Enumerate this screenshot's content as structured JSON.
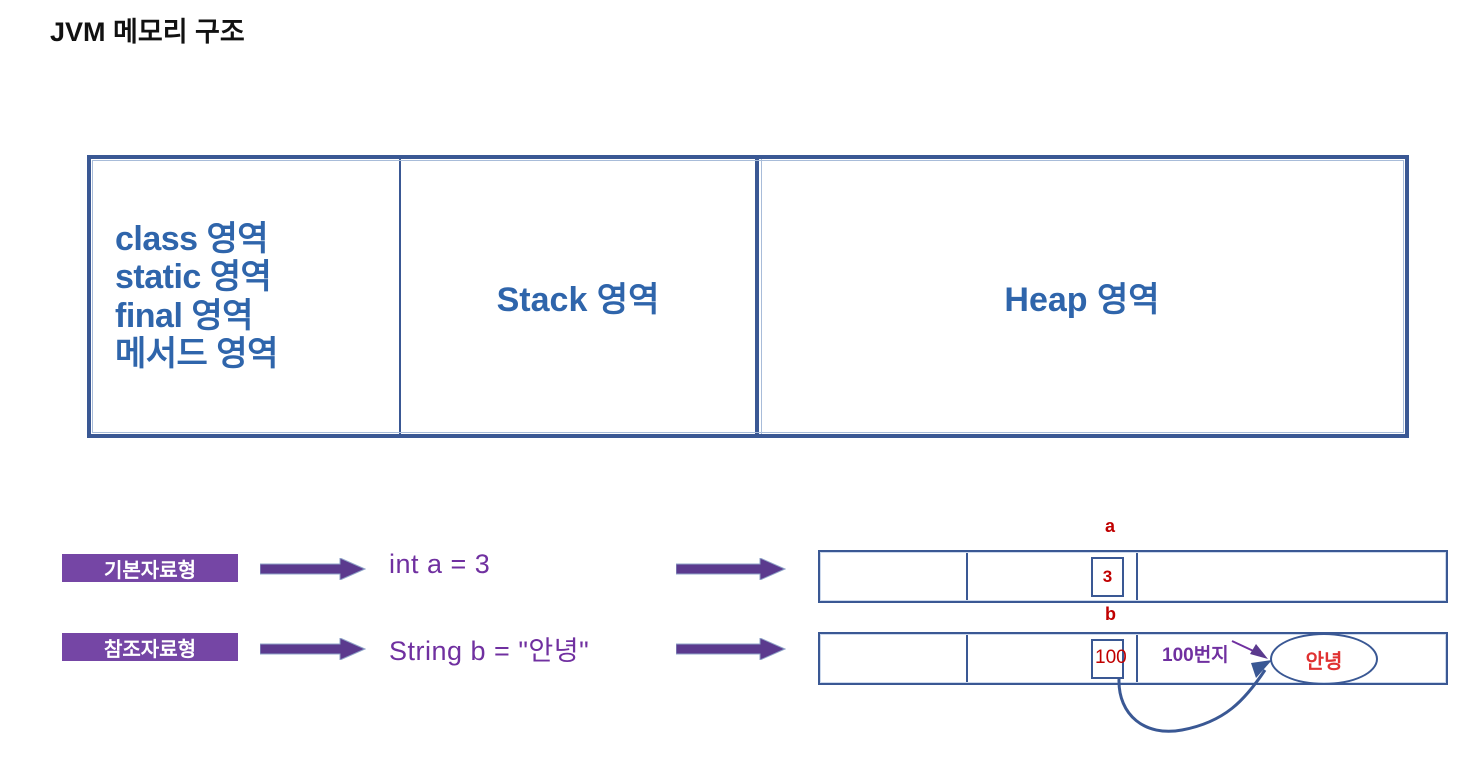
{
  "page": {
    "title": "JVM 메모리 구조"
  },
  "memory_table": {
    "columns": [
      {
        "name": "method-area",
        "lines": [
          "class 영역",
          "static 영역",
          "final 영역",
          "메서드 영역"
        ]
      },
      {
        "name": "stack-area",
        "label": "Stack 영역"
      },
      {
        "name": "heap-area",
        "label": "Heap 영역"
      }
    ],
    "text_color": "#2f65ab",
    "border_color": "#3a5894"
  },
  "examples": [
    {
      "badge": "기본자료형",
      "code": "int a = 3",
      "var_label": "a",
      "slot_value": "3"
    },
    {
      "badge": "참조자료형",
      "code": "String b = \"안녕\"",
      "var_label": "b",
      "slot_value": "100"
    }
  ],
  "heap_object": {
    "address_label": "100번지",
    "value": "안녕"
  },
  "colors": {
    "badge_purple": "#7546a5",
    "code_purple": "#7030a0",
    "border_navy": "#3a5894",
    "label_red": "#c00000",
    "value_red": "#e03131",
    "area_blue": "#2f65ab"
  }
}
